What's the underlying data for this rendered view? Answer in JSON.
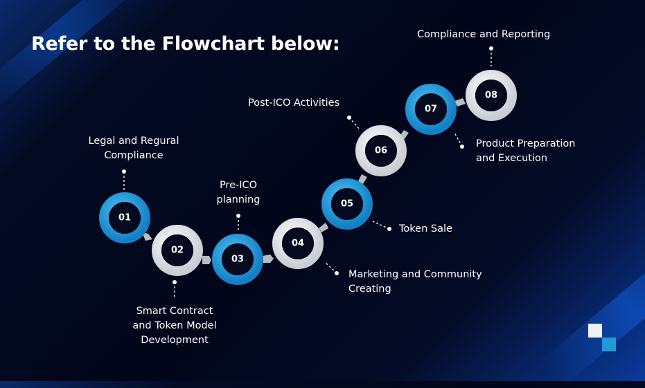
{
  "title": "Refer to the Flowchart below:",
  "colors": {
    "blue_ring": "#1e9ad6",
    "white_ring": "#f2f4f6",
    "background": "#02061a"
  },
  "steps": [
    {
      "num": "01",
      "label_lines": [
        "Legal and Regural",
        "Compliance"
      ]
    },
    {
      "num": "02",
      "label_lines": [
        "Smart Contract",
        "and Token Model",
        "Development"
      ]
    },
    {
      "num": "03",
      "label_lines": [
        "Pre-ICO",
        "planning"
      ]
    },
    {
      "num": "04",
      "label_lines": [
        "Marketing and Community",
        "Creating"
      ]
    },
    {
      "num": "05",
      "label_lines": [
        "Token Sale"
      ]
    },
    {
      "num": "06",
      "label_lines": [
        "Post-ICO Activities"
      ]
    },
    {
      "num": "07",
      "label_lines": [
        "Product Preparation",
        "and Execution"
      ]
    },
    {
      "num": "08",
      "label_lines": [
        "Compliance and Reporting"
      ]
    }
  ]
}
